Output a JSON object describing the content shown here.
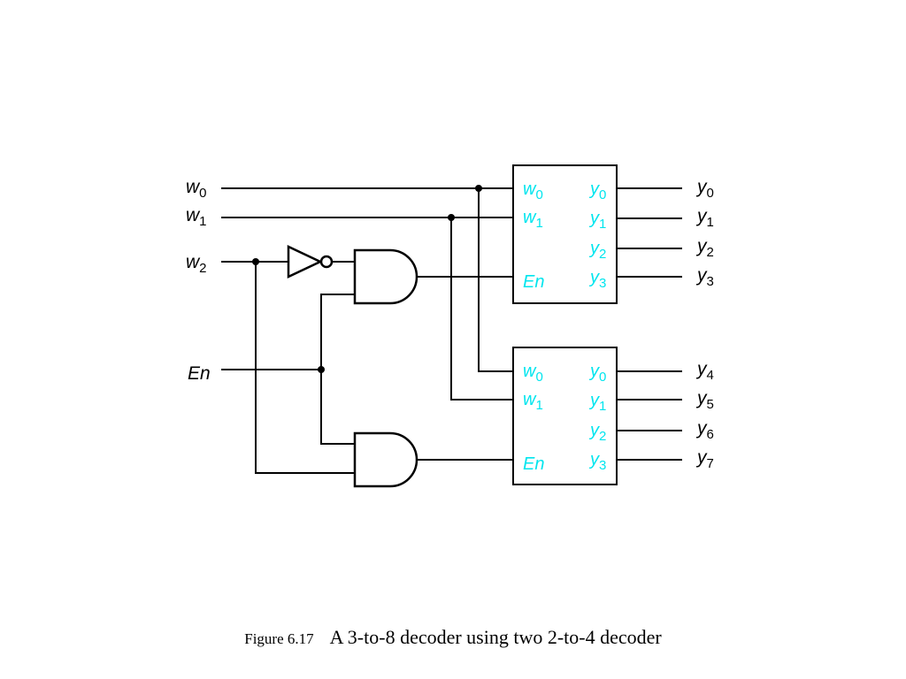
{
  "colors": {
    "wire": "#000000",
    "decoder_label": "#00e5ee"
  },
  "inputs": {
    "w0": {
      "base": "w",
      "sub": "0"
    },
    "w1": {
      "base": "w",
      "sub": "1"
    },
    "w2": {
      "base": "w",
      "sub": "2"
    },
    "en": {
      "base": "En",
      "sub": ""
    }
  },
  "outputs": [
    {
      "base": "y",
      "sub": "0"
    },
    {
      "base": "y",
      "sub": "1"
    },
    {
      "base": "y",
      "sub": "2"
    },
    {
      "base": "y",
      "sub": "3"
    },
    {
      "base": "y",
      "sub": "4"
    },
    {
      "base": "y",
      "sub": "5"
    },
    {
      "base": "y",
      "sub": "6"
    },
    {
      "base": "y",
      "sub": "7"
    }
  ],
  "decoder_ports": {
    "inputs": [
      {
        "base": "w",
        "sub": "0"
      },
      {
        "base": "w",
        "sub": "1"
      }
    ],
    "enable": {
      "base": "En",
      "sub": ""
    },
    "outputs": [
      {
        "base": "y",
        "sub": "0"
      },
      {
        "base": "y",
        "sub": "1"
      },
      {
        "base": "y",
        "sub": "2"
      },
      {
        "base": "y",
        "sub": "3"
      }
    ]
  },
  "caption": {
    "label": "Figure 6.17",
    "text": "A 3-to-8 decoder using two 2-to-4 decoder"
  }
}
